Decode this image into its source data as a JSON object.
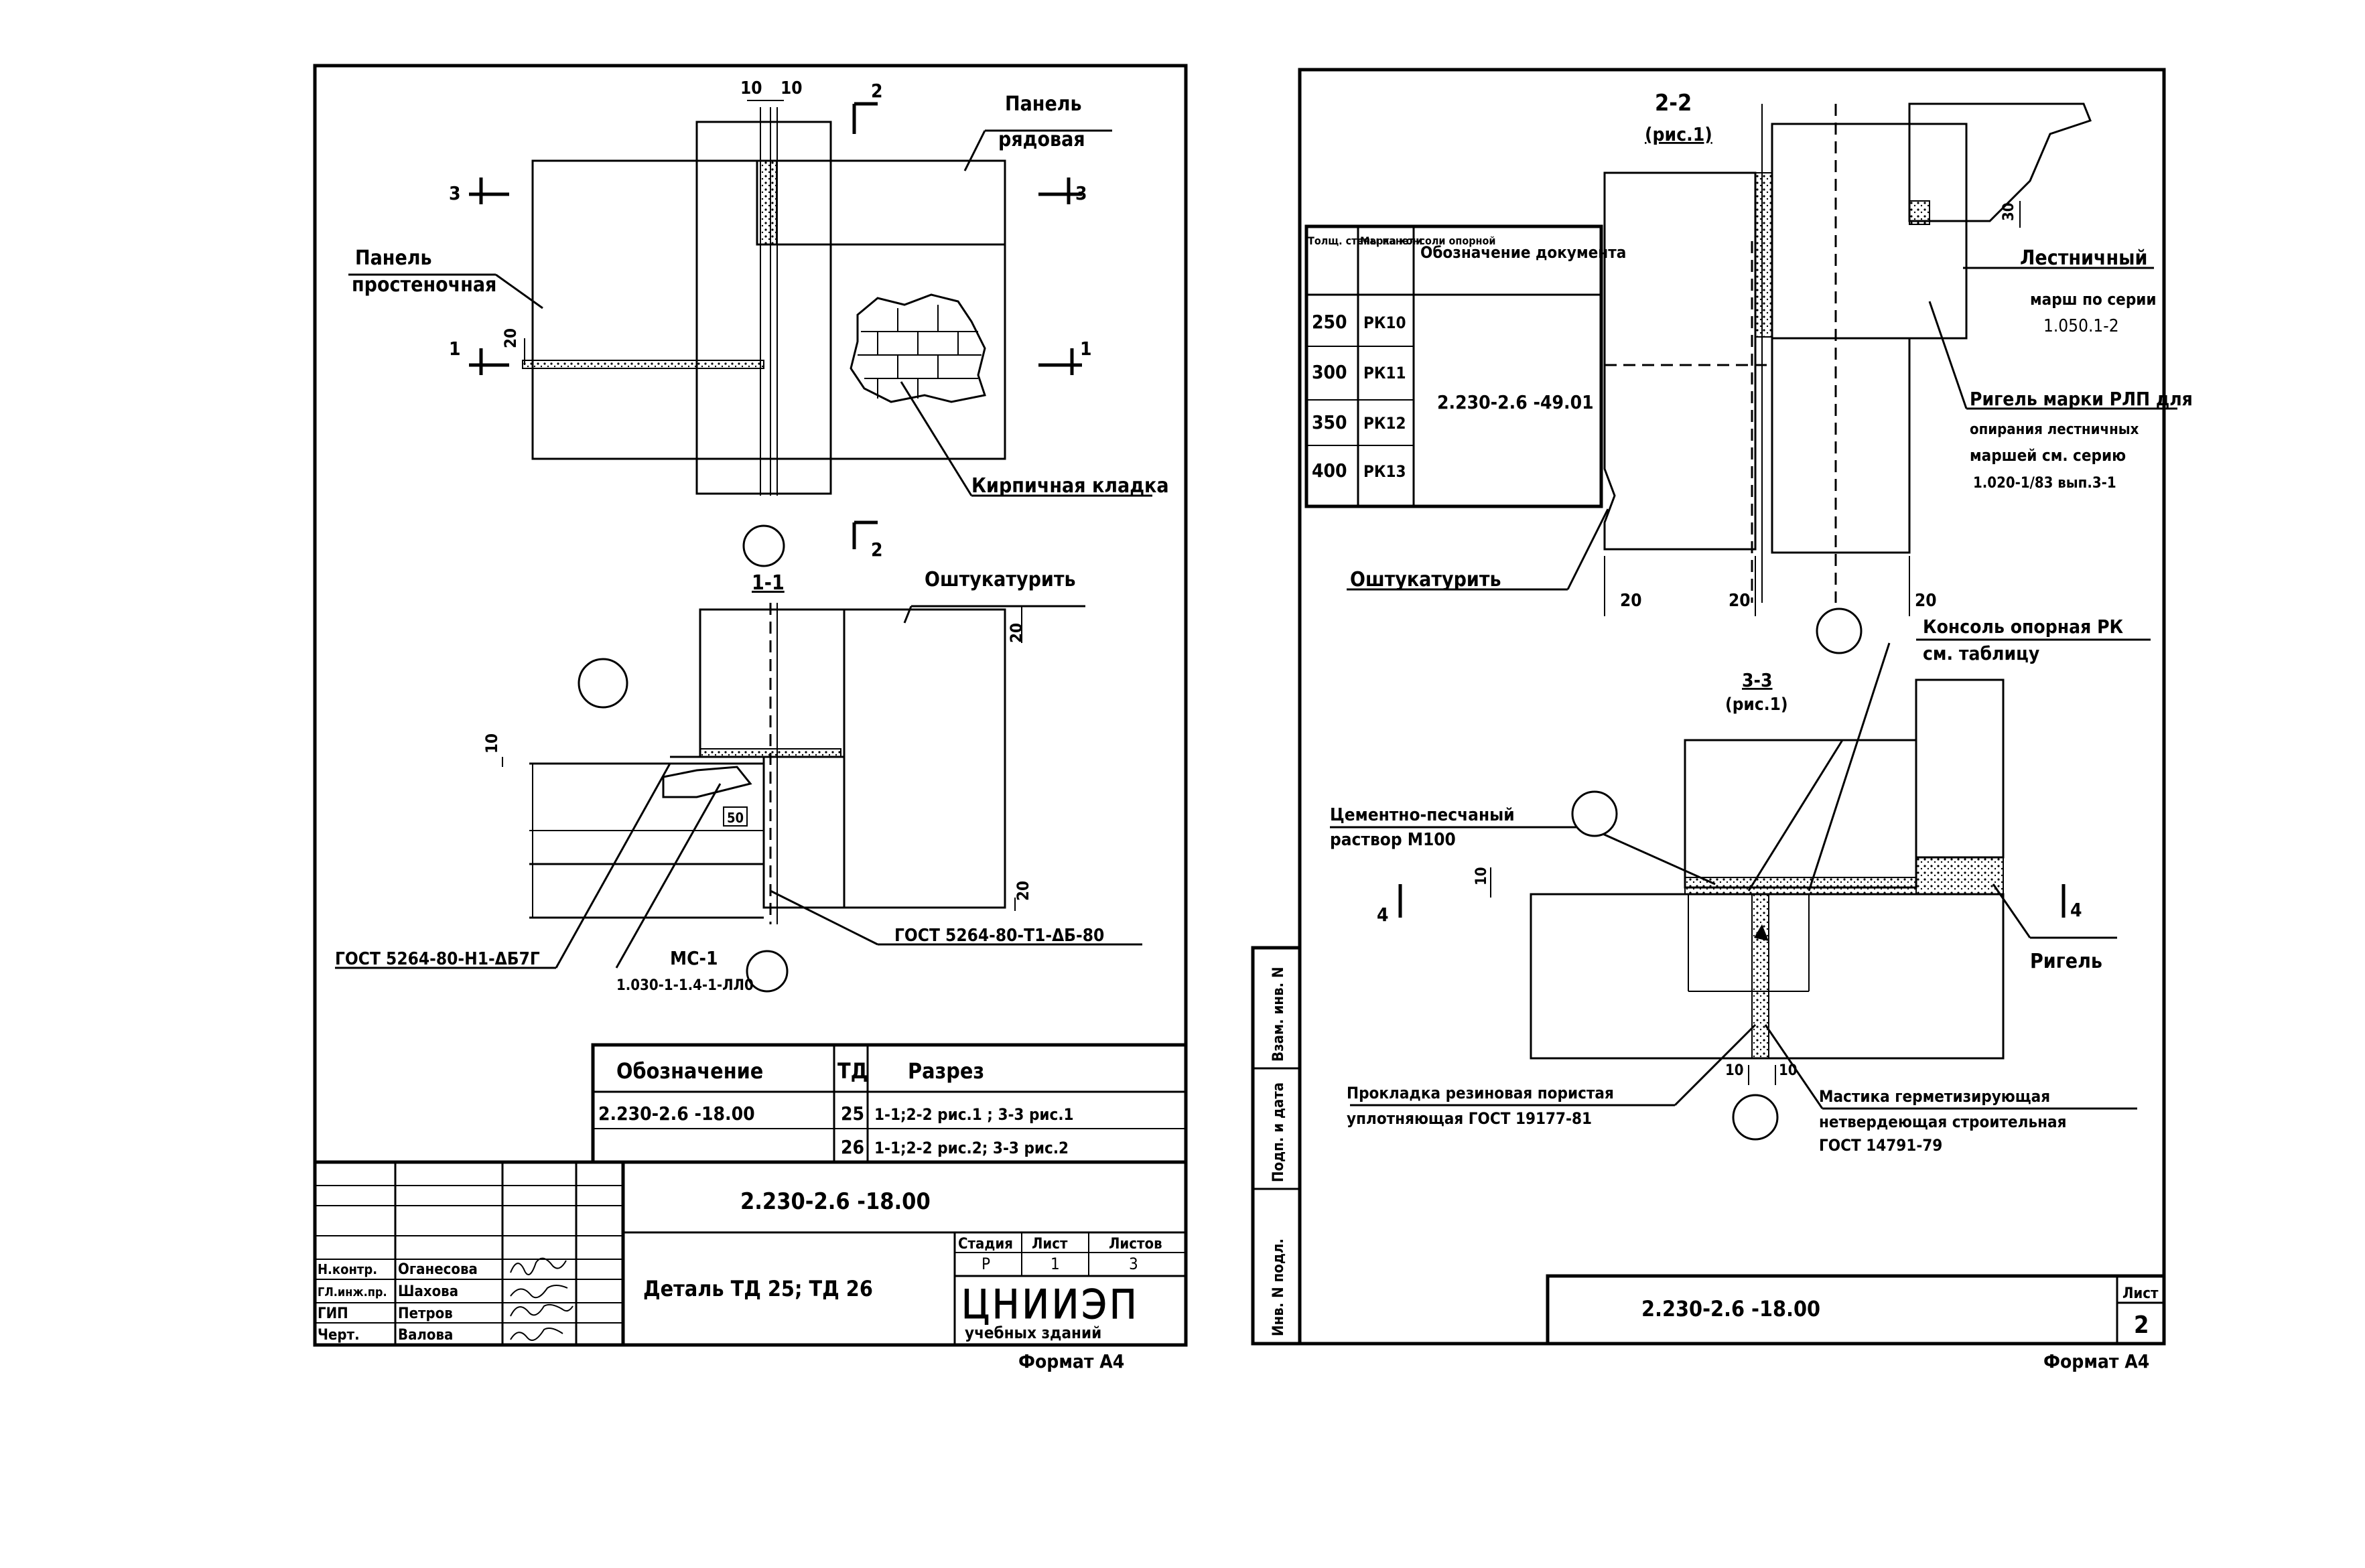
{
  "sheet_left": {
    "plan_labels": {
      "dim_10a": "10",
      "dim_10b": "10",
      "cut_2": "2",
      "cut_3": "3",
      "cut_1": "1",
      "dim_20": "20",
      "panel_row_1": "Панель",
      "panel_row_2": "рядовая",
      "panel_pier_1": "Панель",
      "panel_pier_2": "простеночная",
      "brick": "Кирпичная кладка"
    },
    "section_1_1": {
      "title": "1-1",
      "plaster": "Оштукатурить",
      "dim_20_top": "20",
      "dim_10": "10",
      "dim_50": "50",
      "dim_20_bot": "20",
      "gost_left": "ГОСТ 5264-80-Н1-ΔБ7Г",
      "mc_1": "МС-1",
      "mc_2": "1.030-1-1.4-1-ЛЛ0",
      "gost_right": "ГОСТ 5264-80-Т1-ΔБ-80"
    },
    "ref_table": {
      "headers": [
        "Обозначение",
        "ТД",
        "Разрез"
      ],
      "rows": [
        [
          "2.230-2.6 -18.00",
          "25",
          "1-1;2-2 рис.1 ; 3-3 рис.1"
        ],
        [
          "",
          "26",
          "1-1;2-2 рис.2; 3-3 рис.2"
        ]
      ]
    },
    "stamp": {
      "code": "2.230-2.6 -18.00",
      "title": "Деталь ТД 25; ТД 26",
      "stage_hdr": "Стадия",
      "sheet_hdr": "Лист",
      "sheets_hdr": "Листов",
      "stage": "Р",
      "sheet": "1",
      "sheets": "3",
      "org_logo": "ЦНИИЭП",
      "org_name": "учебных зданий",
      "roles": [
        {
          "role": "Н.контр.",
          "name": "Оганесова"
        },
        {
          "role": "ГЛ.инж.пр.",
          "name": "Шахова"
        },
        {
          "role": "ГИП",
          "name": "Петров"
        },
        {
          "role": "Черт.",
          "name": "Валова"
        }
      ]
    },
    "format": "Формат А4"
  },
  "sheet_right": {
    "section_2_2": {
      "title_1": "2-2",
      "title_2": "(рис.1)",
      "dim_30": "30",
      "stair_1": "Лестничный",
      "stair_2": "марш по серии",
      "stair_3": "1.050.1-2",
      "riegel_1": "Ригель марки РЛП для",
      "riegel_2": "опирания лестничных",
      "riegel_3": "маршей см. серию",
      "riegel_4": "1.020-1/83 вып.3-1",
      "plaster": "Оштукатурить",
      "dim_20a": "20",
      "dim_20b": "20",
      "dim_20c": "20",
      "console_1": "Консоль опорная РК",
      "console_2": "см. таблицу"
    },
    "console_table": {
      "headers": [
        "Толщ. стены панели",
        "Марка консоли опорной",
        "Обозначение документа"
      ],
      "doc": "2.230-2.6 -49.01",
      "rows": [
        [
          "250",
          "РК10"
        ],
        [
          "300",
          "РК11"
        ],
        [
          "350",
          "РК12"
        ],
        [
          "400",
          "РК13"
        ]
      ]
    },
    "section_3_3": {
      "title_1": "3-3",
      "title_2": "(рис.1)",
      "mortar_1": "Цементно-песчаный",
      "mortar_2": "раствор М100",
      "dim_10": "10",
      "cut_4a": "4",
      "cut_4b": "4",
      "riegel": "Ригель",
      "dim_10a": "10",
      "dim_10b": "10",
      "gasket_1": "Прокладка резиновая пористая",
      "gasket_2": "уплотняющая ГОСТ 19177-81",
      "mastic_1": "Мастика герметизирующая",
      "mastic_2": "нетвердеющая строительная",
      "mastic_3": "ГОСТ 14791-79"
    },
    "side_stamp": [
      "Взам. инв. N",
      "Подп. и дата",
      "Инв. N подл."
    ],
    "code": "2.230-2.6 -18.00",
    "sheet_hdr": "Лист",
    "sheet": "2",
    "format": "Формат А4"
  }
}
